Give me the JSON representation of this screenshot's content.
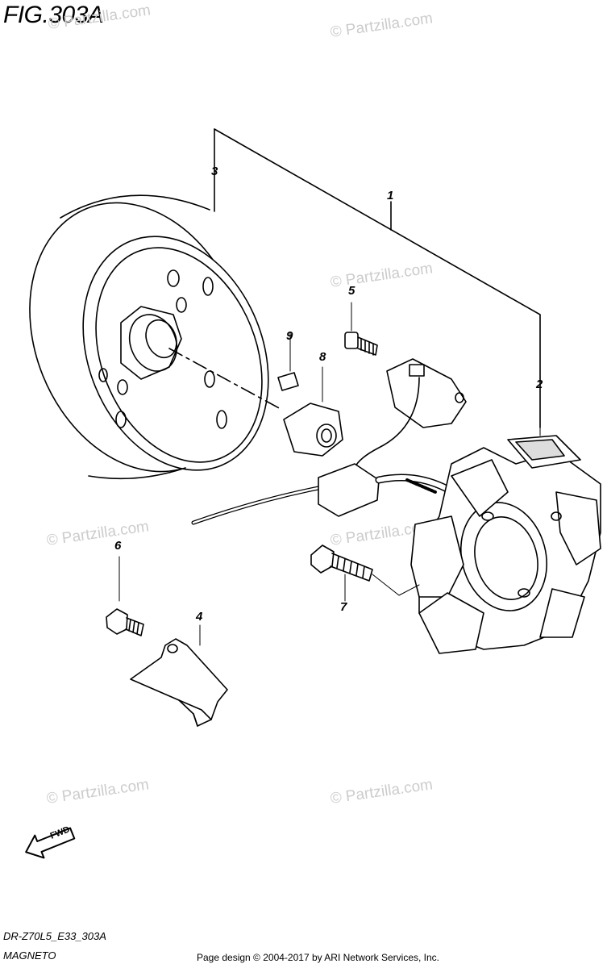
{
  "figure": {
    "title": "FIG.303A"
  },
  "watermark": "© Partzilla.com",
  "callouts": [
    "1",
    "2",
    "3",
    "4",
    "5",
    "6",
    "7",
    "8",
    "9"
  ],
  "fwd_label": "FWD",
  "diagram_code": "DR-Z70L5_E33_303A",
  "caption": "MAGNETO",
  "footer": "Page design © 2004-2017 by ARI Network Services, Inc."
}
